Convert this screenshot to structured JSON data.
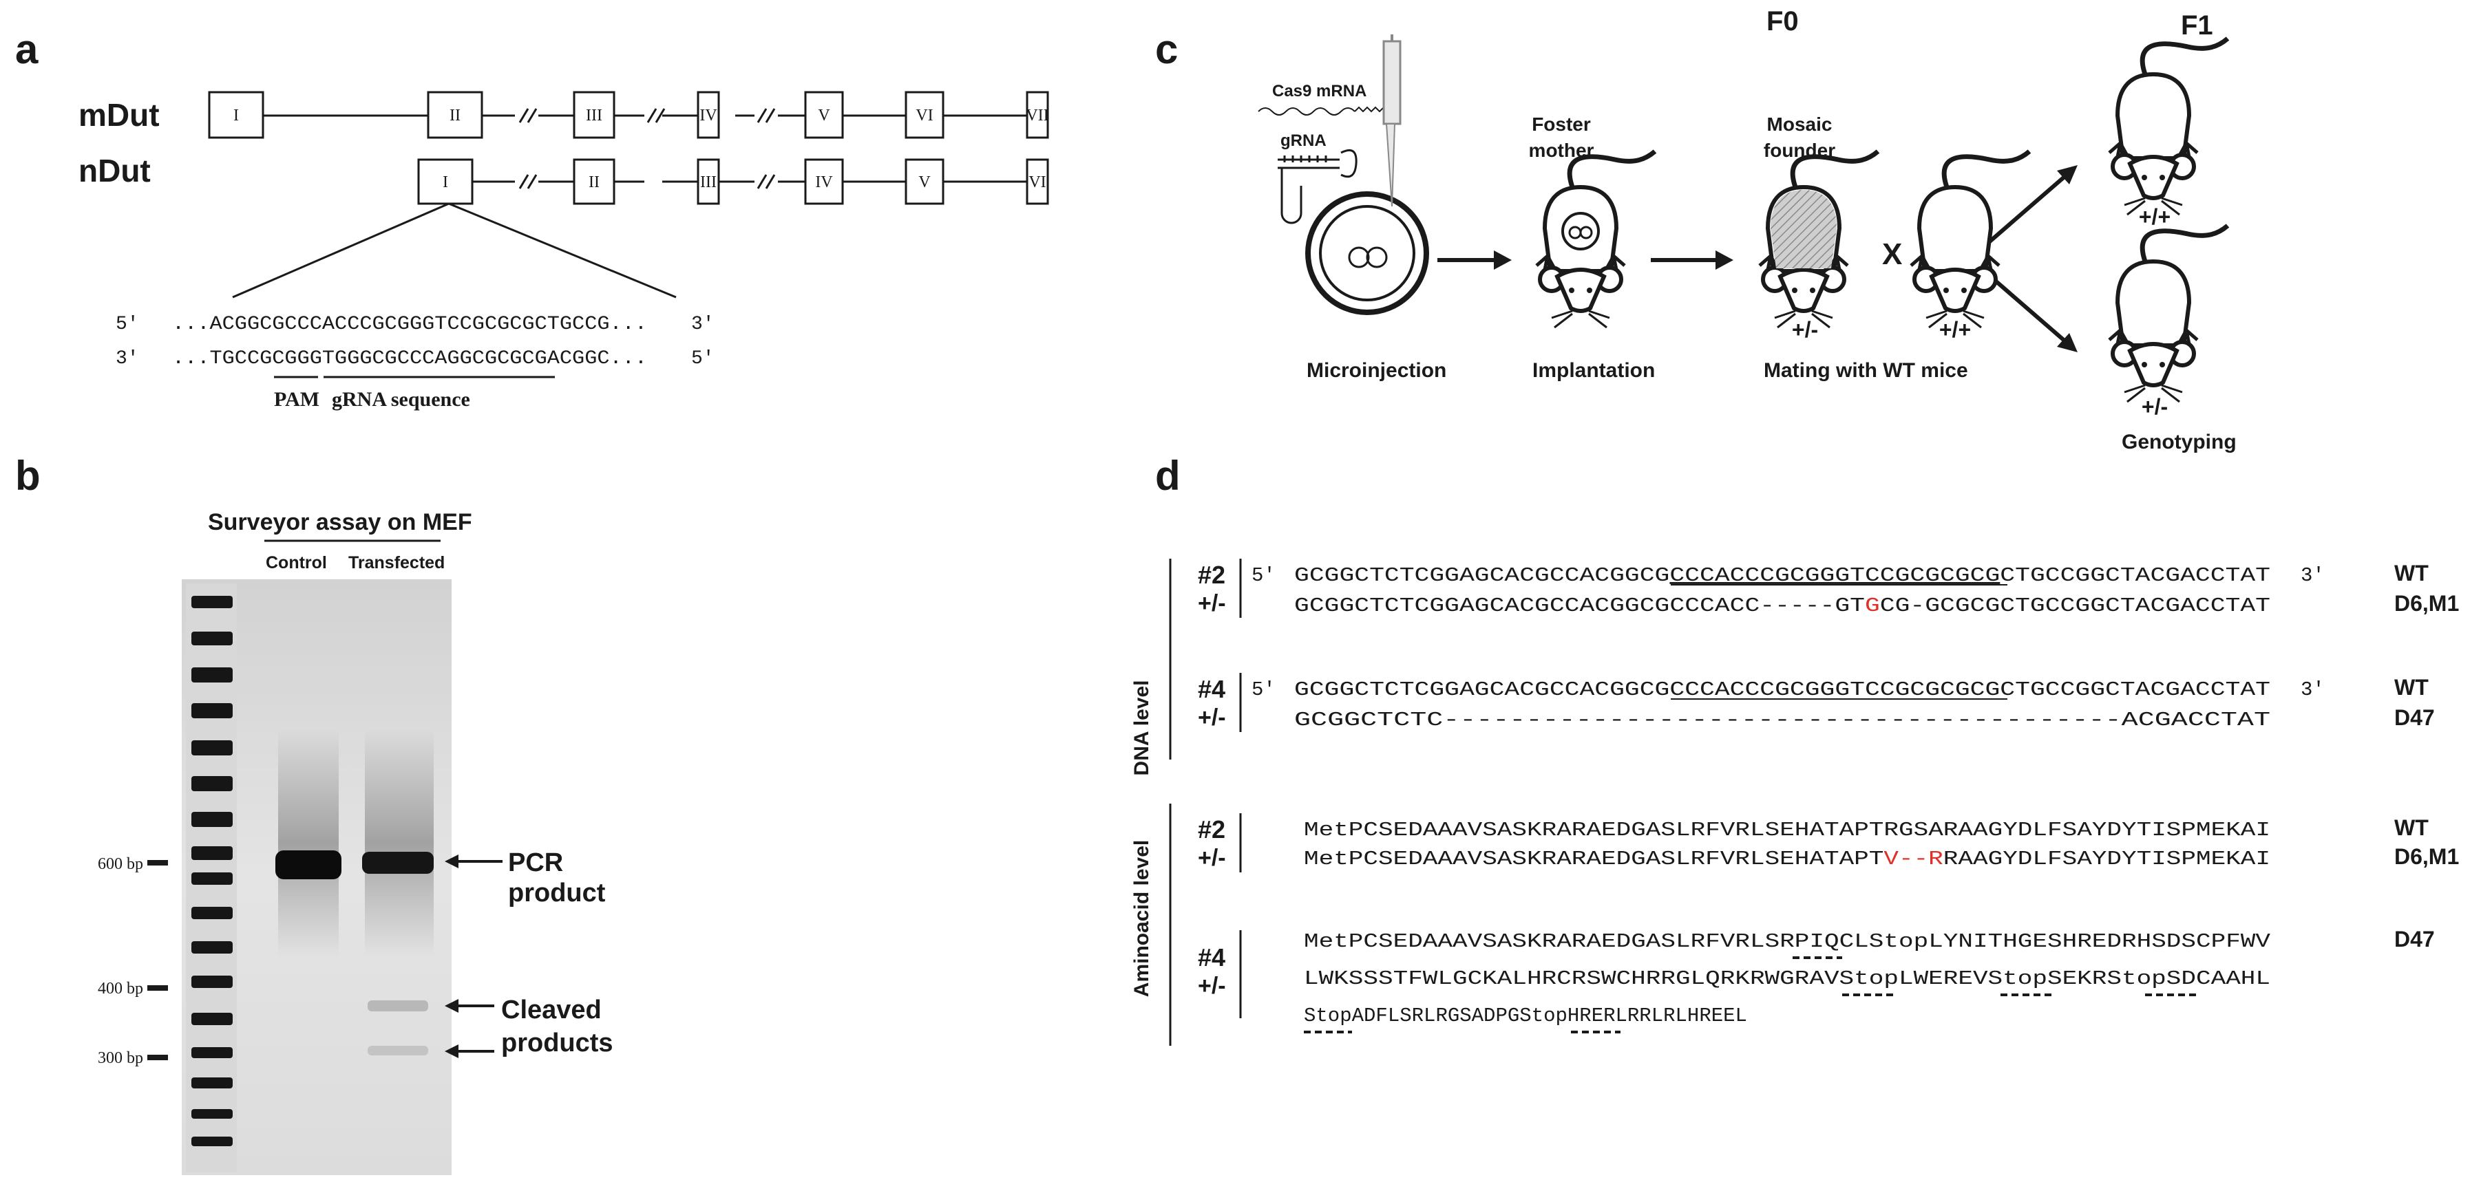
{
  "panels": {
    "a": "a",
    "b": "b",
    "c": "c",
    "d": "d"
  },
  "panel_a": {
    "mDut_label": "mDut",
    "nDut_label": "nDut",
    "mDut_exons": [
      "I",
      "II",
      "III",
      "IV",
      "V",
      "VI",
      "VII"
    ],
    "nDut_exons": [
      "I",
      "II",
      "III",
      "IV",
      "V",
      "VI"
    ],
    "seq_top_5": "5'",
    "seq_top": "...ACGGCGCCCACCCGCGGGTCCGCGCGCTGCCG...",
    "seq_top_3": "3'",
    "seq_bottom_3": "3'",
    "seq_bottom": "...TGCCGCGGGTGGGCGCCCAGGCGCGCGACGGC...",
    "seq_bottom_5": "5'",
    "pam_label": "PAM",
    "grna_label": "gRNA sequence"
  },
  "panel_b": {
    "title": "Surveyor assay on MEF",
    "lane_control": "Control",
    "lane_transfected": "Transfected",
    "ladder": [
      "600 bp",
      "400 bp",
      "300 bp"
    ],
    "pcr_label_1": "PCR",
    "pcr_label_2": "product",
    "cleaved_label_1": "Cleaved",
    "cleaved_label_2": "products"
  },
  "panel_c": {
    "f0": "F0",
    "f1": "F1",
    "cas9": "Cas9 mRNA",
    "grna": "gRNA",
    "foster_1": "Foster",
    "foster_2": "mother",
    "mosaic_1": "Mosaic",
    "mosaic_2": "founder",
    "cross": "X",
    "geno_het": "+/-",
    "geno_wt": "+/+",
    "step_micro": "Microinjection",
    "step_implant": "Implantation",
    "step_mating": "Mating with WT mice",
    "step_genotyping": "Genotyping"
  },
  "panel_d": {
    "dna_level": "DNA level",
    "aa_level": "Aminoacid level",
    "id2": "#2",
    "id4": "#4",
    "het": "+/-",
    "five_prime": "5'",
    "three_prime": "3'",
    "dna2_wt_pre": "GCGGCTCTCGGAGCACGCCACGGCG",
    "dna2_wt_ul": "CCCACCCGCGGGTCCGCGCGCG",
    "dna2_wt_post": "CTGCCGGCTACGACCTAT",
    "dna2_mut_a": "GCGGCTCTCGGAGCACGCCACGGCGCCCACC-----GT",
    "dna2_mut_red": "G",
    "dna2_mut_b": "CG-GCGCGCTGCCGGCTACGACCTAT",
    "dna4_wt_pre": "GCGGCTCTCGGAGCACGCCACGGCG",
    "dna4_wt_ul": "CCCACCCGCGGGTCCGCGCGCG",
    "dna4_wt_post": "CTGCCGGCTACGACCTAT",
    "dna4_mut": "GCGGCTCTC-----------------------------------------ACGACCTAT",
    "tag_wt": "WT",
    "tag_d6m1": "D6,M1",
    "tag_d47": "D47",
    "aa2_wt": "MetPCSEDAAAVSASKRARAEDGASLRFVRLSEHATAPTRGSARAAGYDLFSAYDYTISPMEKAI",
    "aa2_mut_a": "MetPCSEDAAAVSASKRARAEDGASLRFVRLSEHATAPT",
    "aa2_mut_red": "V--R",
    "aa2_mut_b": "RAAGYDLFSAYDYTISPMEKAI",
    "aa4_line1_a": "MetPCSEDAAAVSASKRARAEDGASLRFVRLSRPIQCL",
    "aa4_stop": "Stop",
    "aa4_line1_b": "LYNITHGESHREDRHSDSCPFWV",
    "aa4_line2_a": "LWKSSSTFWLGCKALHRCRSWCHRRGLQRKRWGRAV",
    "aa4_line2_b": "LWEREV",
    "aa4_line2_c": "SEKR",
    "aa4_line2_d": "SDCAAHL",
    "aa4_line3_a": "ADFLSRLRGSADPG",
    "aa4_line3_b": "HRERLRRLRLHREEL"
  }
}
